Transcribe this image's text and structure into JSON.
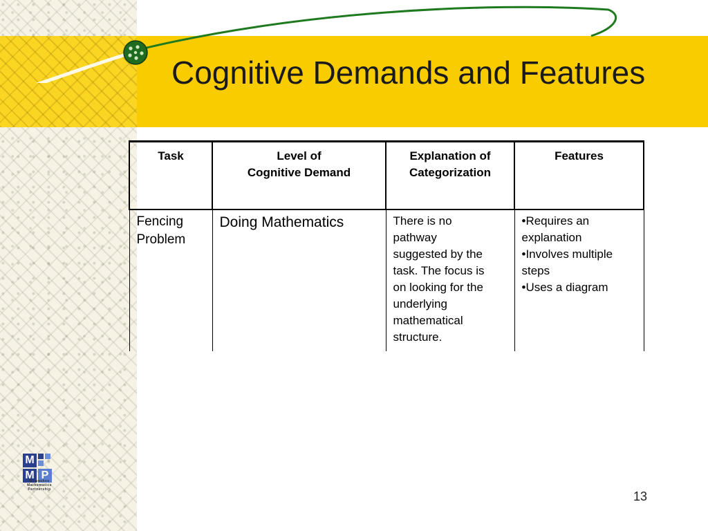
{
  "slide": {
    "title": "Cognitive Demands and Features",
    "page_number": "13"
  },
  "table": {
    "headers": {
      "task": "Task",
      "level_line1": "Level of",
      "level_line2": "Cognitive Demand",
      "explanation_line1": "Explanation of",
      "explanation_line2": "Categorization",
      "features": "Features"
    },
    "row": {
      "task_line1": "Fencing",
      "task_line2": "Problem",
      "level": "Doing Mathematics",
      "explanation_lines": [
        "There is no",
        "pathway",
        "suggested by the",
        "task.  The focus is",
        "on looking for the",
        "underlying",
        "mathematical",
        "structure."
      ],
      "features_lines": [
        "•Requires an",
        "explanation",
        "•Involves multiple",
        "steps",
        "•Uses a diagram"
      ]
    }
  },
  "logo": {
    "letter_tl": "M",
    "letter_bl": "M",
    "letter_br": "P",
    "text_line1": "Milwaukee",
    "text_line2": "Mathematics",
    "text_line3": "Partnership"
  },
  "colors": {
    "band": "#f9cc00",
    "swoosh": "#1f7a1f",
    "logo_blue": "#2b3f8f"
  }
}
